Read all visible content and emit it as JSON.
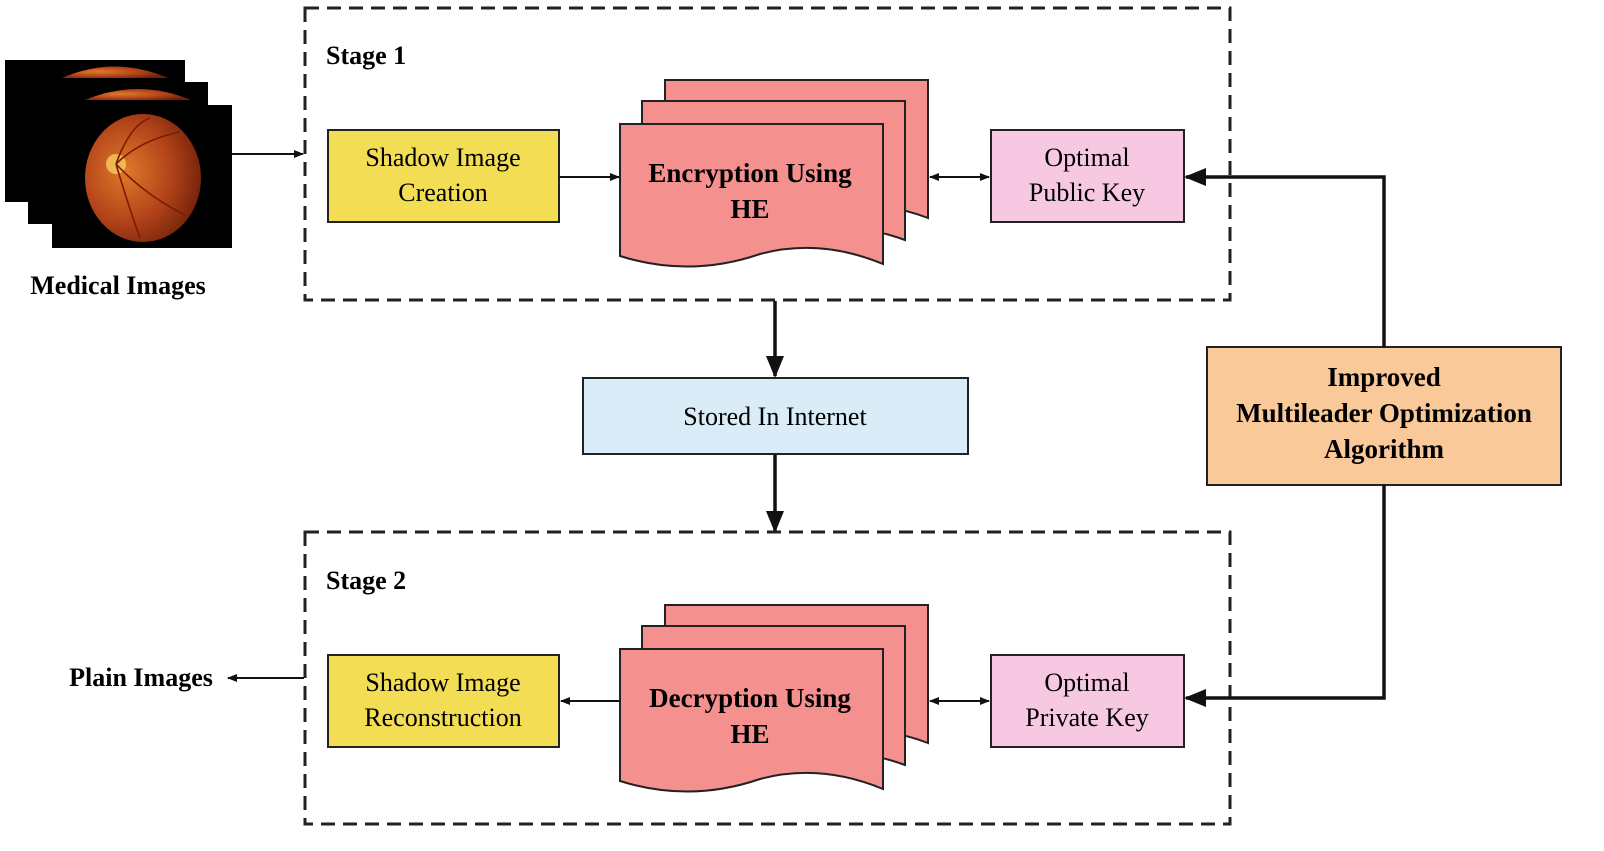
{
  "input_label": "Medical Images",
  "output_label": "Plain Images",
  "stage1": {
    "title": "Stage 1",
    "shadow_box": [
      "Shadow Image",
      "Creation"
    ],
    "he_box": [
      "Encryption Using",
      "HE"
    ],
    "key_box": [
      "Optimal",
      "Public Key"
    ]
  },
  "storage_box": "Stored In Internet",
  "stage2": {
    "title": "Stage 2",
    "shadow_box": [
      "Shadow Image",
      "Reconstruction"
    ],
    "he_box": [
      "Decryption Using",
      "HE"
    ],
    "key_box": [
      "Optimal",
      "Private Key"
    ]
  },
  "optimizer_box": [
    "Improved",
    "Multileader Optimization",
    "Algorithm"
  ],
  "colors": {
    "shadow": "#f2dd55",
    "he": "#f4908e",
    "key": "#f7c8e2",
    "storage": "#d9ecf7",
    "optimizer": "#f9c99a",
    "fundus_dark": "#8c2a0a",
    "fundus_mid": "#c2501a"
  },
  "icons": {
    "input_images": "retina-fundus-image-stack"
  }
}
